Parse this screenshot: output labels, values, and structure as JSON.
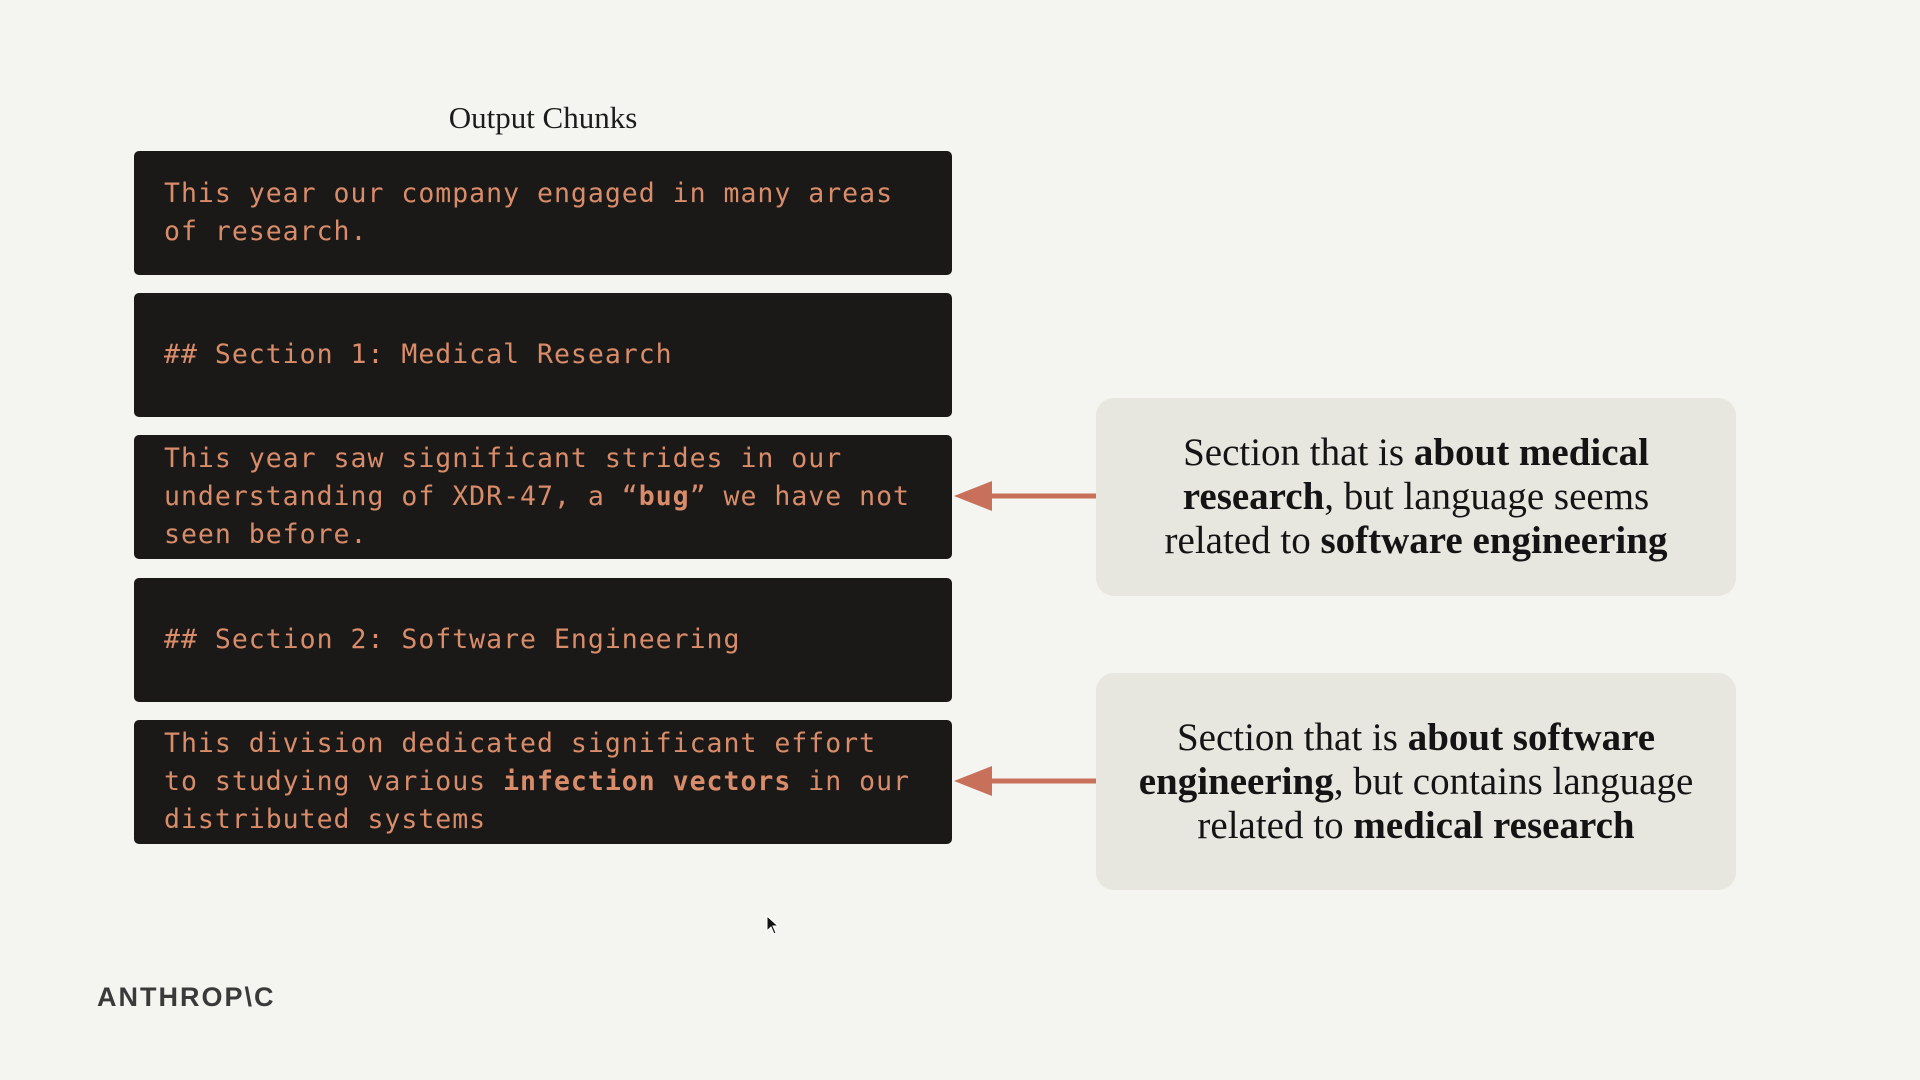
{
  "title": "Output Chunks",
  "chunks": [
    {
      "id": "c1",
      "parts": [
        {
          "text": "This year our company engaged in many areas\nof research."
        }
      ]
    },
    {
      "id": "c2",
      "parts": [
        {
          "text": "## Section 1: Medical Research"
        }
      ]
    },
    {
      "id": "c3",
      "parts": [
        {
          "text": "This year saw significant strides in our\nunderstanding of XDR-47, a “"
        },
        {
          "text": "bug",
          "bold": true
        },
        {
          "text": "” we have not\nseen before."
        }
      ]
    },
    {
      "id": "c4",
      "parts": [
        {
          "text": "## Section 2: Software Engineering"
        }
      ]
    },
    {
      "id": "c5",
      "parts": [
        {
          "text": "This division dedicated significant effort\nto studying various "
        },
        {
          "text": "infection vectors",
          "bold": true
        },
        {
          "text": " in our\ndistributed systems"
        }
      ]
    }
  ],
  "callouts": [
    {
      "id": "callout1",
      "parts": [
        {
          "text": "Section that is "
        },
        {
          "text": "about medical research",
          "bold": true
        },
        {
          "text": ", but language seems related to "
        },
        {
          "text": "software engineering",
          "bold": true
        }
      ]
    },
    {
      "id": "callout2",
      "parts": [
        {
          "text": "Section that is "
        },
        {
          "text": "about software engineering",
          "bold": true
        },
        {
          "text": ", but contains language related to "
        },
        {
          "text": "medical research",
          "bold": true
        }
      ]
    }
  ],
  "logo": "ANTHROP\\C",
  "colors": {
    "background": "#f4f5f0",
    "chunk_bg": "#1a1918",
    "chunk_text": "#d98c6a",
    "callout_bg": "#e7e6df",
    "arrow": "#c8705a"
  }
}
